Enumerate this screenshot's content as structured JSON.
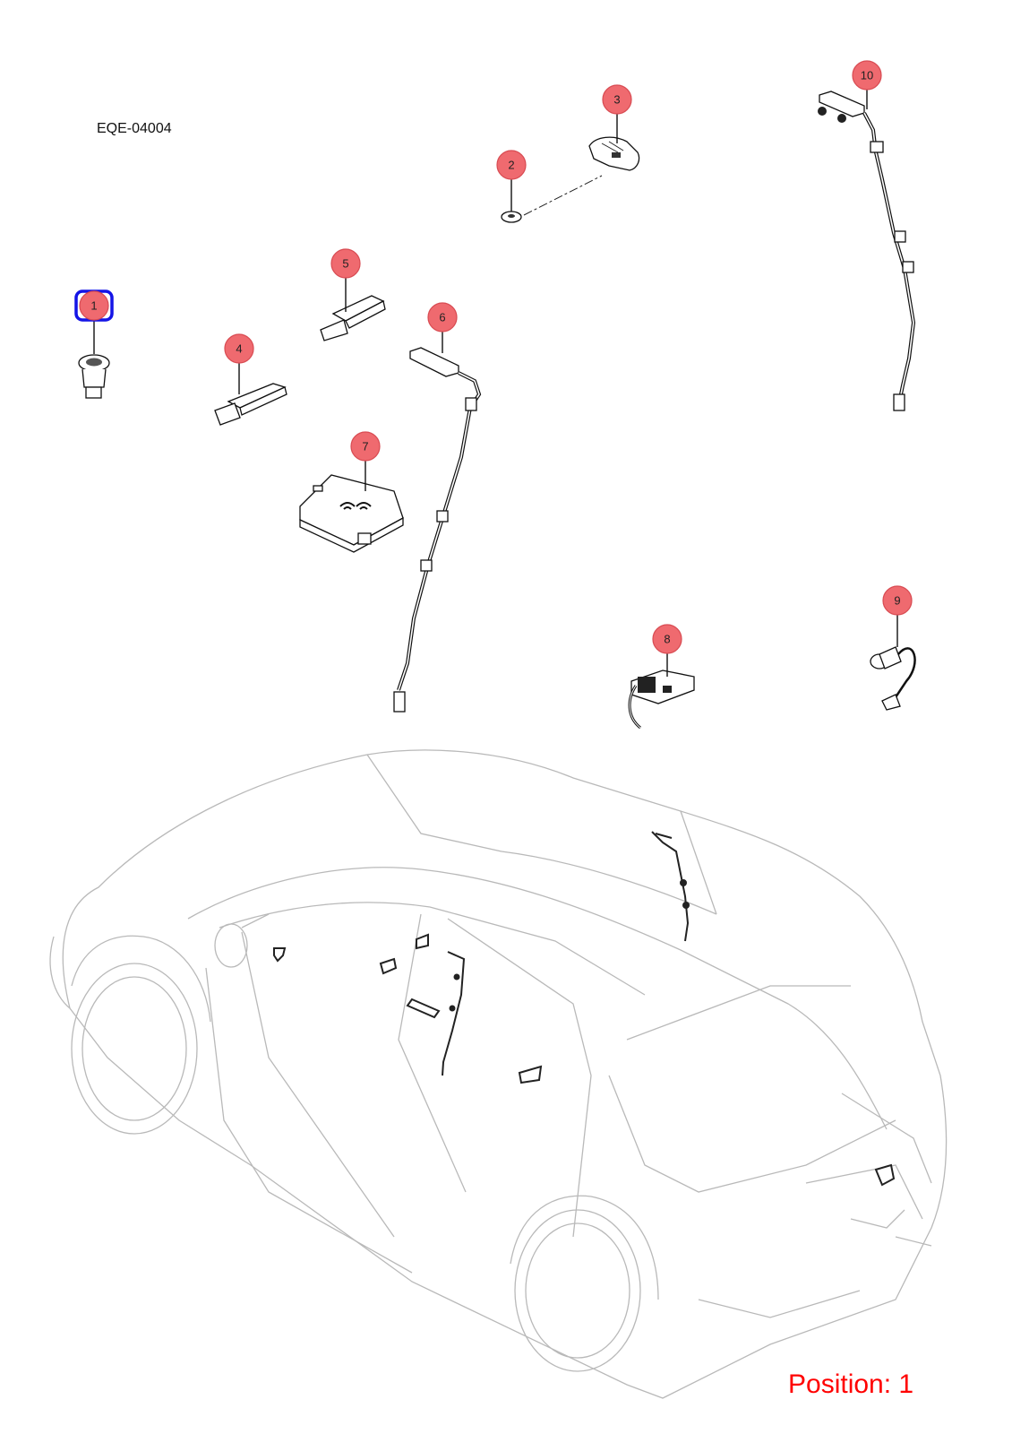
{
  "diagram": {
    "code": "EQE-04004",
    "position_text": "Position: 1",
    "selected_index": 0,
    "colors": {
      "bubble_fill": "#ef6a6f",
      "bubble_stroke": "#d84b52",
      "selected_border": "#1414e6",
      "position_text": "#ff0000",
      "car_outline": "#b9b9b9"
    },
    "callouts": [
      {
        "label": "1"
      },
      {
        "label": "2"
      },
      {
        "label": "3"
      },
      {
        "label": "4"
      },
      {
        "label": "5"
      },
      {
        "label": "6"
      },
      {
        "label": "7"
      },
      {
        "label": "8"
      },
      {
        "label": "9"
      },
      {
        "label": "10"
      }
    ]
  }
}
